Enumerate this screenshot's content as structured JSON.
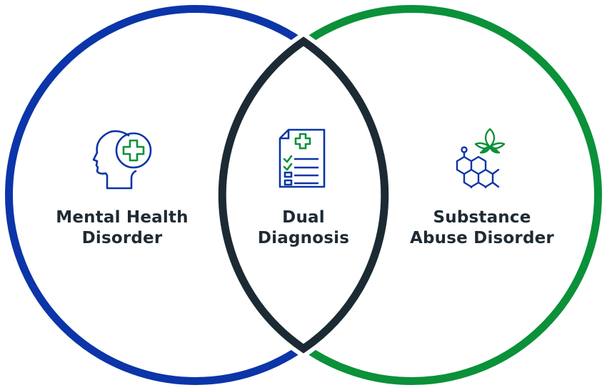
{
  "diagram": {
    "type": "venn",
    "colors": {
      "left_circle": "#0b35a8",
      "right_circle": "#0a9139",
      "overlap_outline": "#1c2a33",
      "text": "#1f2a33",
      "icon_primary": "#0b35a8",
      "icon_accent": "#0a9139"
    },
    "sets": [
      {
        "id": "left",
        "label_lines": [
          "Mental Health",
          "Disorder"
        ],
        "icon": "head-with-medical-cross-icon"
      },
      {
        "id": "overlap",
        "label_lines": [
          "Dual",
          "Diagnosis"
        ],
        "icon": "medical-checklist-icon"
      },
      {
        "id": "right",
        "label_lines": [
          "Substance",
          "Abuse Disorder"
        ],
        "icon": "molecule-and-cannabis-leaf-icon"
      }
    ]
  }
}
